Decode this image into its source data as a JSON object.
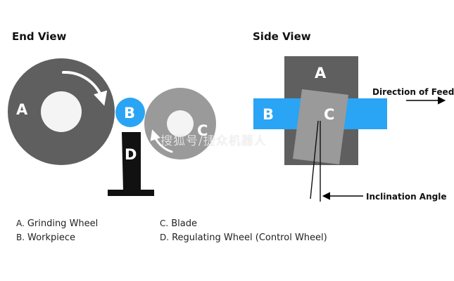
{
  "end_view": {
    "title": "End View",
    "labels": {
      "a": "A",
      "b": "B",
      "c": "C",
      "d": "D"
    }
  },
  "side_view": {
    "title": "Side View",
    "labels": {
      "a": "A",
      "b": "B",
      "c": "C"
    },
    "direction_of_feed": "Direction of Feed",
    "inclination_angle": "Inclination Angle"
  },
  "legend": [
    {
      "key": "A.",
      "text": "Grinding Wheel"
    },
    {
      "key": "B.",
      "text": "Workpiece"
    },
    {
      "key": "C.",
      "text": "Blade"
    },
    {
      "key": "D.",
      "text": "Regulating Wheel (Control Wheel)"
    }
  ],
  "watermark": "搜狐号/捷众机器人",
  "colors": {
    "grinding_wheel": "#5f5f5f",
    "regulating_wheel": "#9a9a9a",
    "workpiece": "#2aa4f4",
    "blade": "#111111",
    "hub": "#f4f4f4"
  }
}
